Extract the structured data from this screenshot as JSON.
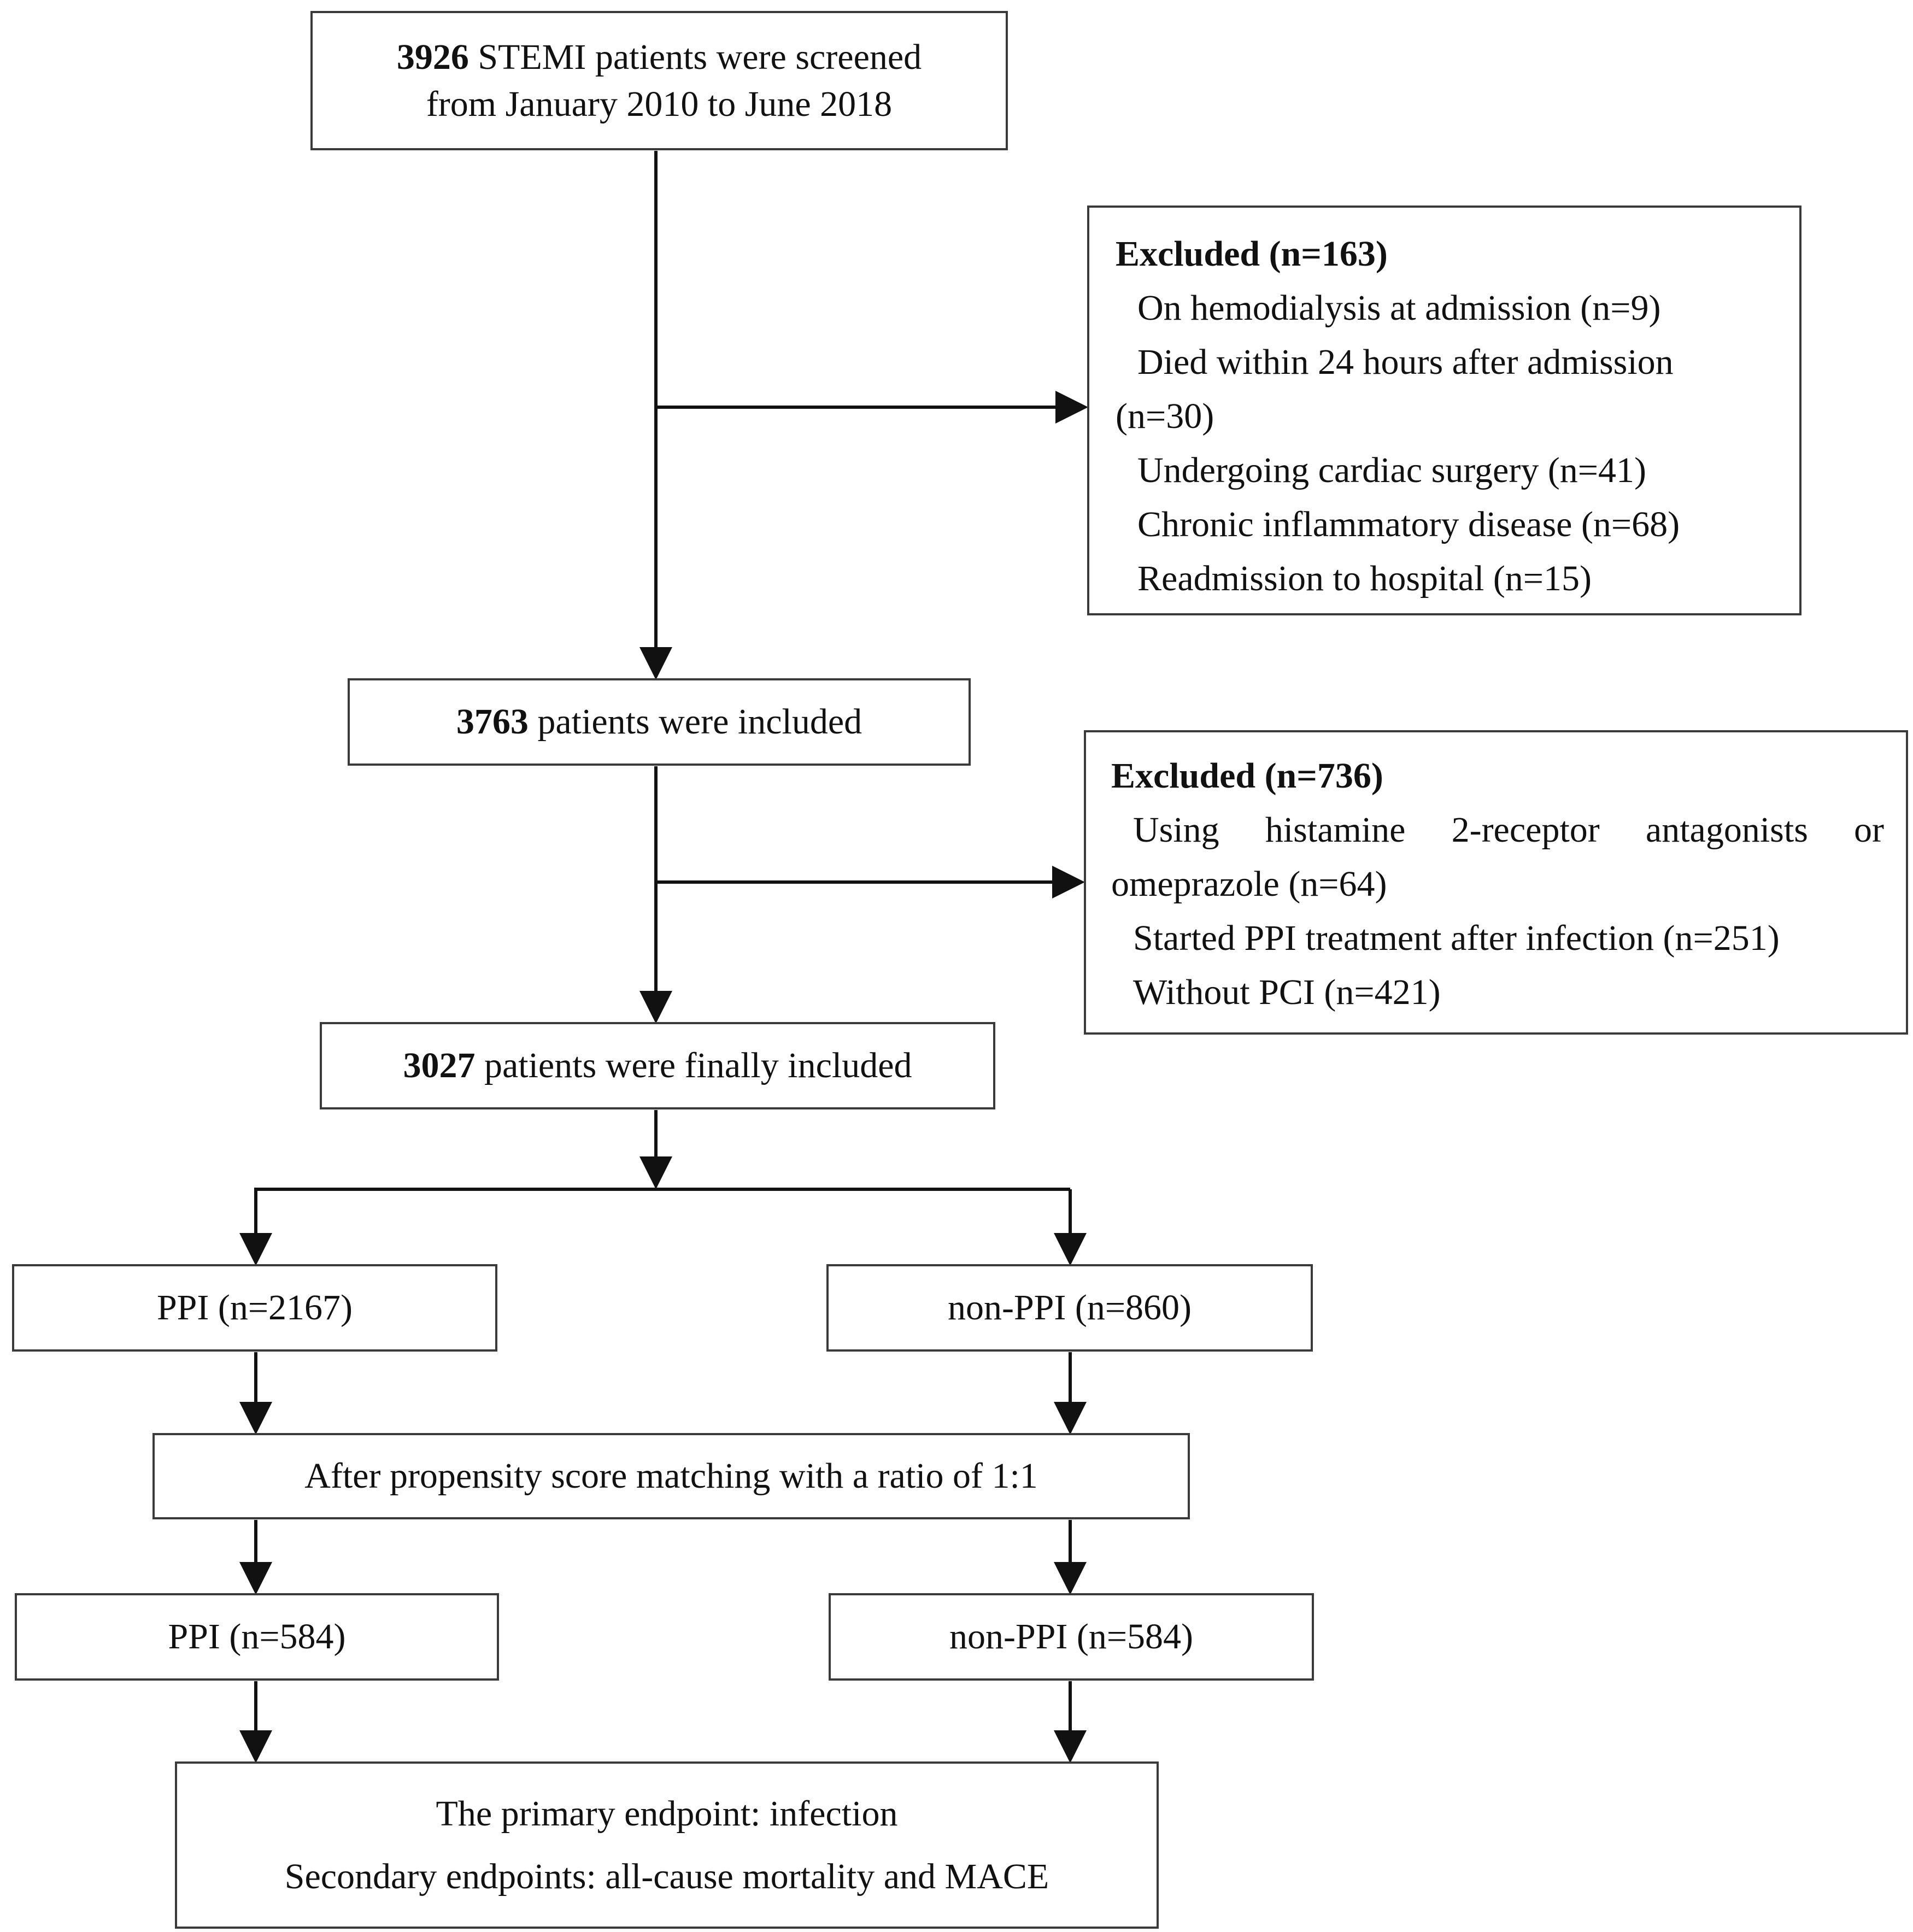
{
  "screened": {
    "count": "3926",
    "line1_rest": " STEMI patients were screened",
    "line2": "from January 2010 to June 2018"
  },
  "exclusion_1": {
    "title": "Excluded (n=163)",
    "items": [
      "On hemodialysis at admission (n=9)",
      "Died within 24 hours after admission",
      "(n=30)",
      "Undergoing cardiac surgery (n=41)",
      "Chronic inflammatory disease (n=68)",
      "Readmission to hospital (n=15)"
    ]
  },
  "included": {
    "count": "3763",
    "rest": " patients were included"
  },
  "exclusion_2": {
    "title": "Excluded (n=736)",
    "items": [
      "Using histamine 2-receptor antagonists or",
      "omeprazole (n=64)",
      "Started PPI treatment after infection (n=251)",
      "Without PCI (n=421)"
    ]
  },
  "final": {
    "count": "3027",
    "rest": " patients were finally included"
  },
  "groups_before": {
    "ppi": "PPI (n=2167)",
    "non_ppi": "non-PPI (n=860)"
  },
  "matching": "After propensity score matching with a ratio of 1:1",
  "groups_after": {
    "ppi": "PPI (n=584)",
    "non_ppi": "non-PPI (n=584)"
  },
  "endpoints": {
    "primary": "The primary endpoint: infection",
    "secondary": "Secondary endpoints: all-cause mortality and MACE"
  }
}
